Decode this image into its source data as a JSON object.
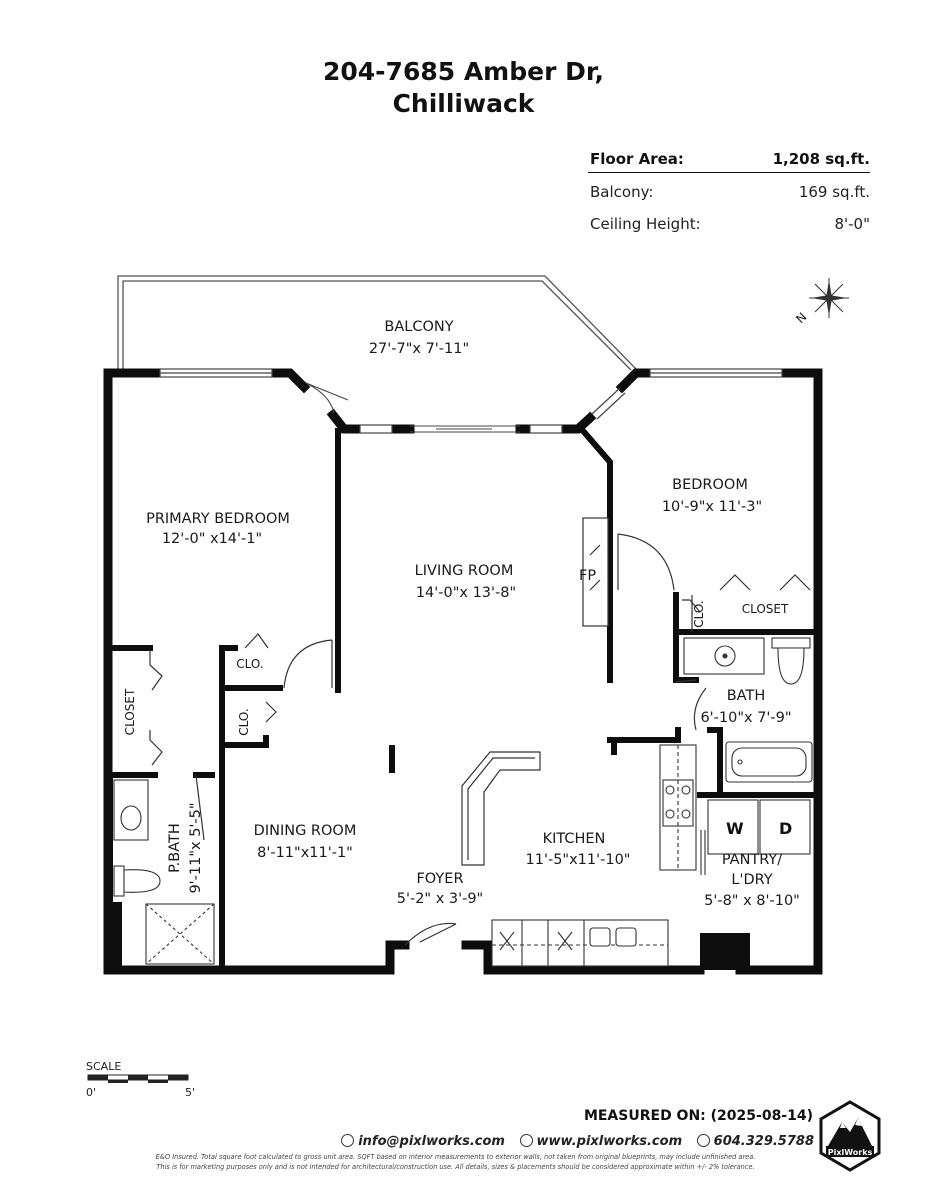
{
  "header": {
    "line1": "204-7685 Amber Dr,",
    "line2": "Chilliwack"
  },
  "stats": [
    {
      "label": "Floor Area:",
      "value": "1,208 sq.ft."
    },
    {
      "label": "Balcony:",
      "value": "169 sq.ft."
    },
    {
      "label": "Ceiling Height:",
      "value": "8'-0\""
    }
  ],
  "rooms": {
    "balcony": {
      "name": "BALCONY",
      "dims": "27'-7\"x 7'-11\""
    },
    "primary_bedroom": {
      "name": "PRIMARY BEDROOM",
      "dims": "12'-0\" x14'-1\""
    },
    "living_room": {
      "name": "LIVING ROOM",
      "dims": "14'-0\"x 13'-8\""
    },
    "bedroom": {
      "name": "BEDROOM",
      "dims": "10'-9\"x 11'-3\""
    },
    "bath": {
      "name": "BATH",
      "dims": "6'-10\"x 7'-9\""
    },
    "p_bath": {
      "name": "P.BATH",
      "dims": "9'-11\"x 5'-5\""
    },
    "dining_room": {
      "name": "DINING ROOM",
      "dims": "8'-11\"x11'-1\""
    },
    "foyer": {
      "name": "FOYER",
      "dims": "5'-2\" x 3'-9\""
    },
    "kitchen": {
      "name": "KITCHEN",
      "dims": "11'-5\"x11'-10\""
    },
    "pantry": {
      "name": "PANTRY/",
      "name2": "L'DRY",
      "dims": "5'-8\" x 8'-10\""
    }
  },
  "fixtures": {
    "fp": "FP",
    "clo": "CLO.",
    "closet": "CLOSET",
    "washer": "W",
    "dryer": "D"
  },
  "compass": {
    "north": "N"
  },
  "scale": {
    "title": "SCALE",
    "start": "0'",
    "end": "5'"
  },
  "footer": {
    "measured": "MEASURED ON: (2025-08-14)",
    "email": "info@pixlworks.com",
    "website": "www.pixlworks.com",
    "phone": "604.329.5788",
    "disclaimer1": "E&O Insured.  Total square foot calculated to gross unit area. SQFT based on interior measurements to exterior walls, not taken from original blueprints, may include unfinished area.",
    "disclaimer2": "This is for marketing purposes only and is not intended for architectural/construction use.  All details, sizes & placements should be considered approximate within +/- 2% tolerance.",
    "logo_text": "PixlWorks"
  }
}
